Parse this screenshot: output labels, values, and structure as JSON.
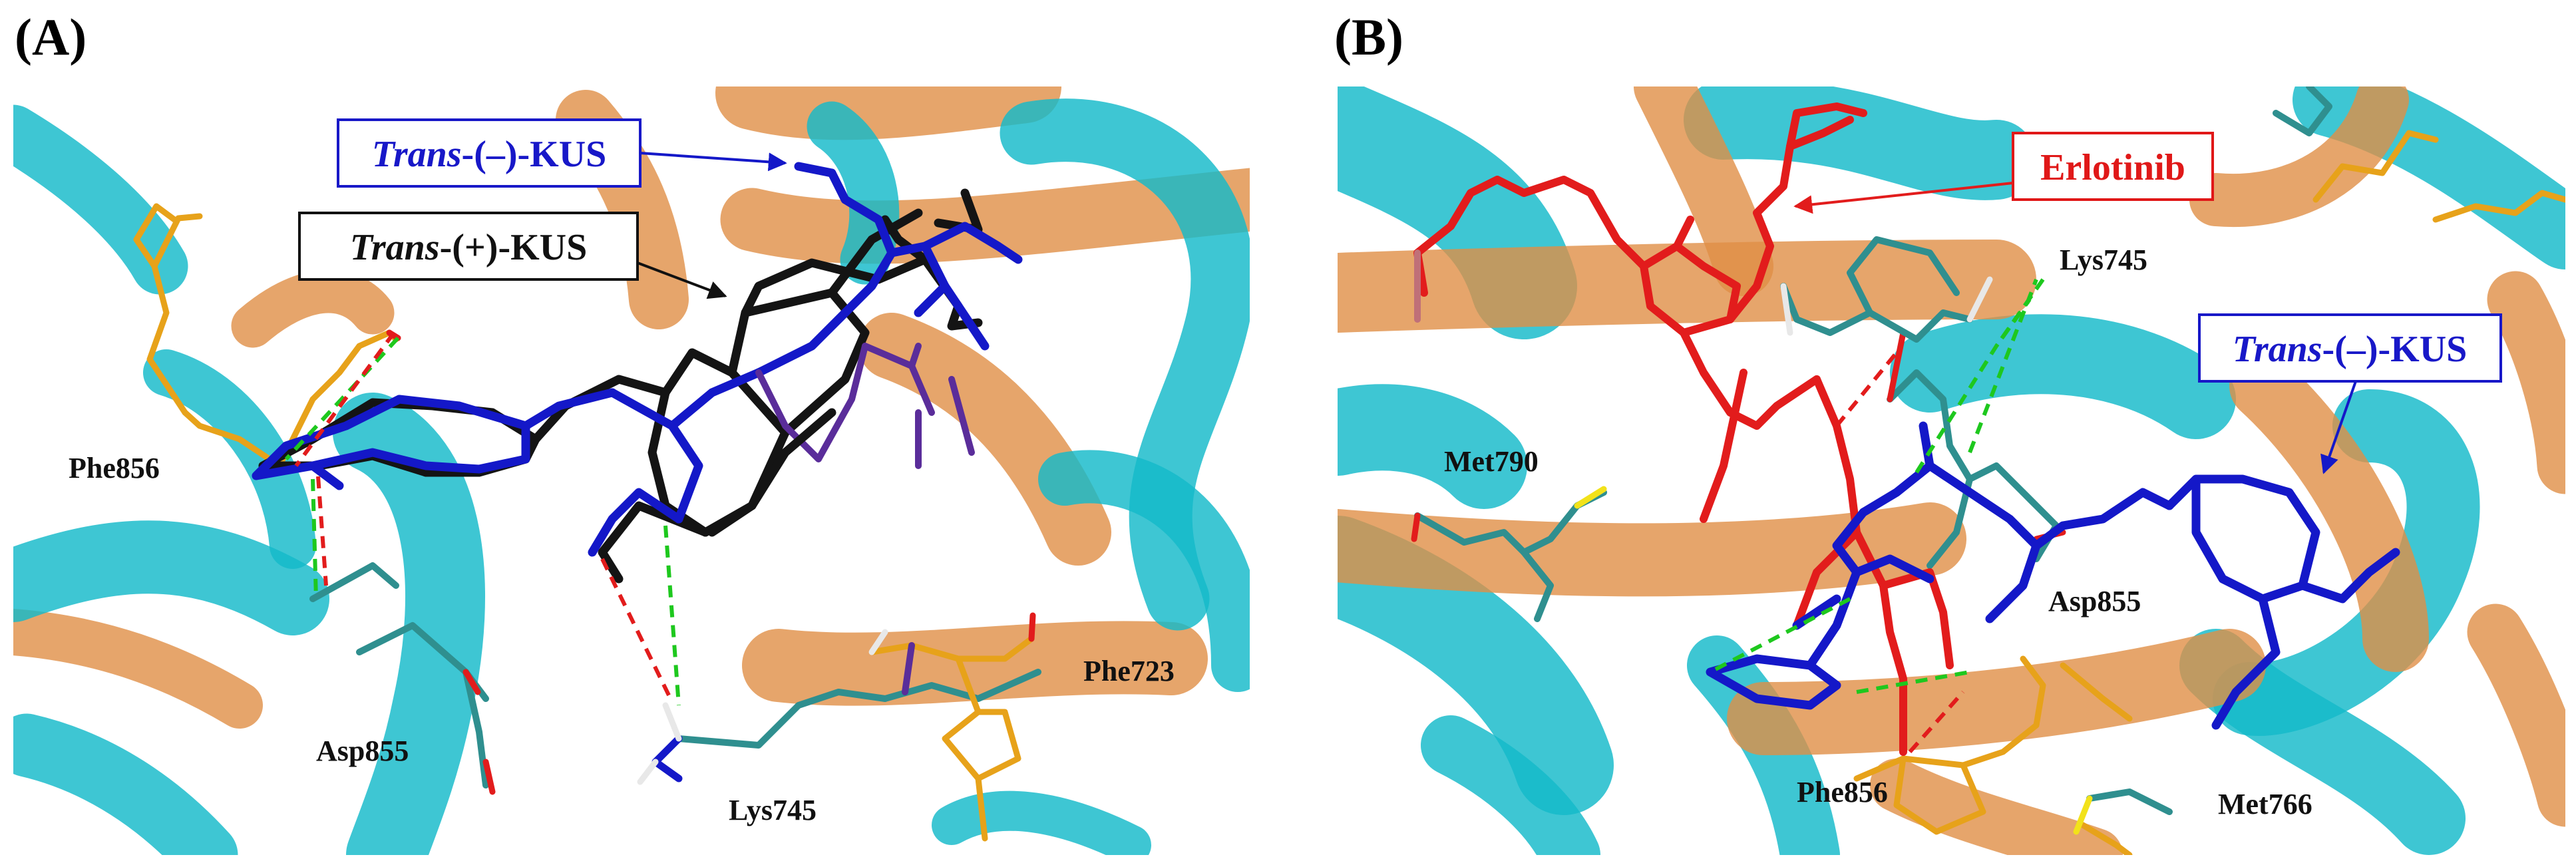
{
  "panels": [
    {
      "label": "(A)",
      "callouts": {
        "trans_minus": {
          "italic": "Trans",
          "rest": "-(–)-KUS",
          "color": "#1818c8"
        },
        "trans_plus": {
          "italic": "Trans",
          "rest": "-(+)-KUS",
          "color": "#000000"
        }
      },
      "residues": [
        "Phe856",
        "Asp855",
        "Lys745",
        "Phe723"
      ]
    },
    {
      "label": "(B)",
      "callouts": {
        "erlotinib": {
          "text": "Erlotinib",
          "color": "#e01818"
        },
        "trans_minus": {
          "italic": "Trans",
          "rest": "-(–)-KUS",
          "color": "#1818c8"
        }
      },
      "residues": [
        "Lys745",
        "Met790",
        "Asp855",
        "Phe856",
        "Met766"
      ]
    }
  ],
  "colors": {
    "helix_cyan": "#14b9c9",
    "helix_orange": "#e08f46",
    "ligand_blue": "#1418c8",
    "ligand_black": "#141414",
    "erlotinib_red": "#e21c1c",
    "hbond_green": "#1ec81e",
    "hbond_red": "#e21c1c"
  }
}
